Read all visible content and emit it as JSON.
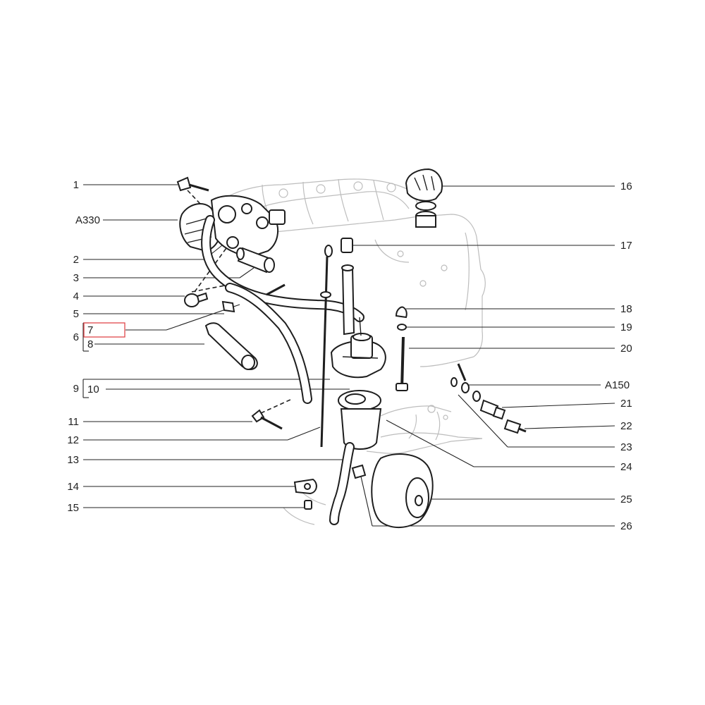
{
  "callouts": {
    "c1": "1",
    "c2": "2",
    "c3": "3",
    "c4": "4",
    "c5": "5",
    "c6": "6",
    "c7": "7",
    "c8": "8",
    "c9": "9",
    "c10": "10",
    "c11": "11",
    "c12": "12",
    "c13": "13",
    "c14": "14",
    "c15": "15",
    "c16": "16",
    "c17": "17",
    "c18": "18",
    "c19": "19",
    "c20": "20",
    "c21": "21",
    "c22": "22",
    "c23": "23",
    "c24": "24",
    "c25": "25",
    "c26": "26",
    "a330": "A330",
    "a150": "A150"
  },
  "highlight": {
    "color": "#e0474c",
    "target": "7"
  }
}
